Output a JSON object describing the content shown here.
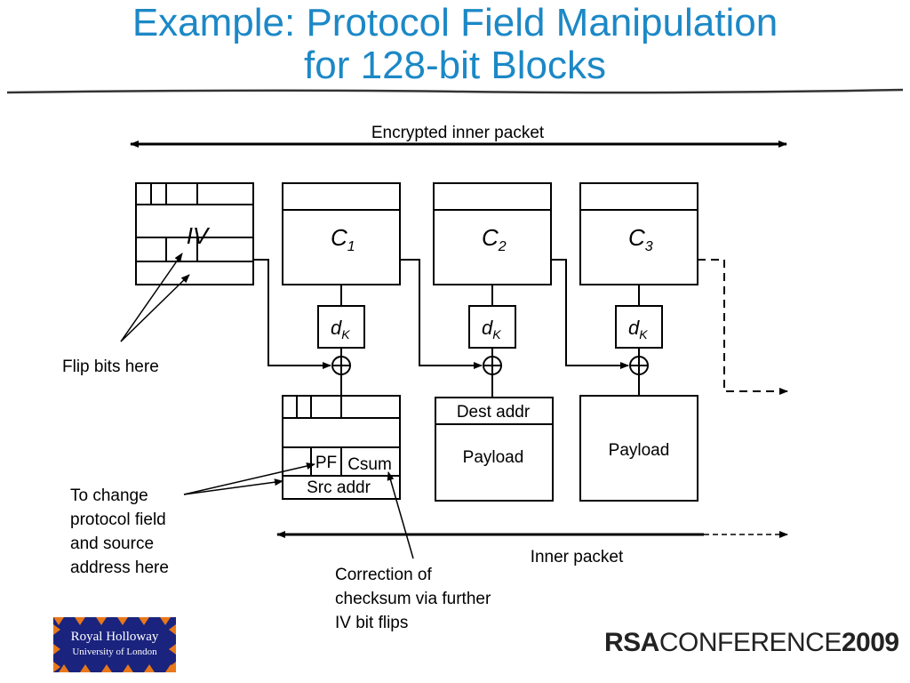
{
  "slide": {
    "title_line1": "Example: Protocol Field Manipulation",
    "title_line2": "for 128-bit Blocks"
  },
  "diagram": {
    "encrypted_label": "Encrypted inner packet",
    "iv_label": "IV",
    "cipher_letter": "C",
    "cipher_subscripts": [
      "1",
      "2",
      "3"
    ],
    "decrypt_letter": "d",
    "decrypt_subscript": "K",
    "xor_symbol": "⊕",
    "flip_label": "Flip bits here",
    "block1": {
      "pf": "PF",
      "csum": "Csum",
      "src": "Src addr"
    },
    "block2": {
      "dest": "Dest addr",
      "payload": "Payload"
    },
    "block3": {
      "payload": "Payload"
    },
    "change_label": [
      "To change",
      "protocol field",
      "and source",
      "address here"
    ],
    "correction_label": [
      "Correction of",
      "checksum via further",
      "IV bit flips"
    ],
    "inner_label": "Inner packet"
  },
  "logos": {
    "rh_line1": "Royal Holloway",
    "rh_line2": "University of London",
    "rsa_part1": "RSA",
    "rsa_part2": "CONFERENCE",
    "rsa_year": "2009"
  },
  "colors": {
    "title": "#1c88c6",
    "logo_navy": "#1a237e",
    "logo_orange": "#e8781a"
  }
}
